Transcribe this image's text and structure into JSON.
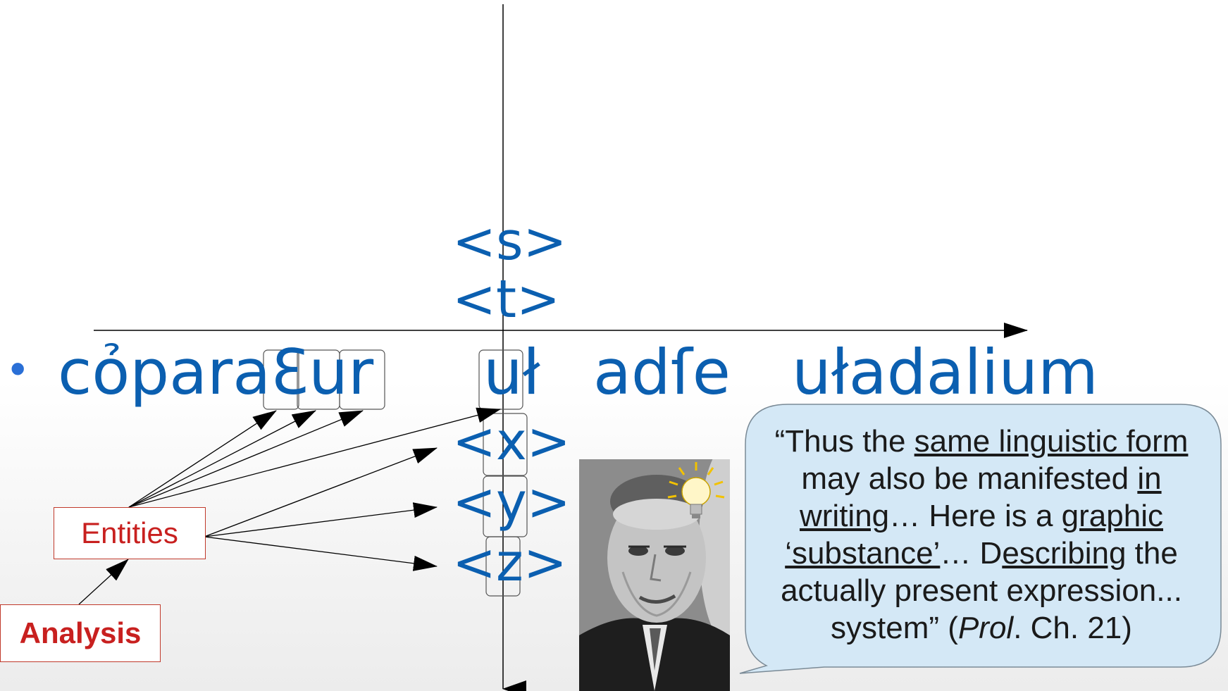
{
  "tags_top": [
    "<s>",
    "<t>"
  ],
  "tags_bottom": [
    "<x>",
    "<y>",
    "<z>"
  ],
  "bullet": "•",
  "word_line": {
    "w1": "cỏpara",
    "w1_glyph": "Ɛur",
    "w2": "uł",
    "w3": "adſe",
    "w4": "uładalium"
  },
  "labels": {
    "entities": "Entities",
    "analysis": "Analysis"
  },
  "quote": {
    "p1": "“Thus the ",
    "u1": "same linguistic form ",
    "p2": "may also be manifested ",
    "u2": "in writing",
    "p3": "… Here is a ",
    "u3": "graphic ‘substance’",
    "p4": "… D",
    "u4": "escribing",
    "p5": " the actually present expression... system” (",
    "i1": "Prol",
    "p6": ". Ch. 21)"
  },
  "photo": {
    "icon": "lightbulb-icon"
  },
  "colors": {
    "blue": "#0b5fb0",
    "red": "#c8201f",
    "bubble": "#d4e8f6"
  }
}
